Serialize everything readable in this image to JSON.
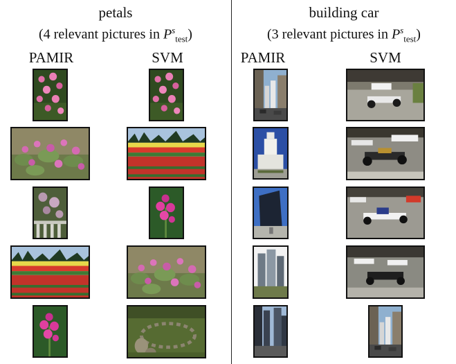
{
  "left_group": {
    "title": "petals",
    "subtitle_prefix": "(4 relevant pictures in ",
    "subtitle_var": "P",
    "subtitle_sup": "s",
    "subtitle_sub": "test",
    "subtitle_suffix": ")",
    "columns": [
      "PAMIR",
      "SVM"
    ]
  },
  "right_group": {
    "title": "building car",
    "subtitle_prefix": "(3 relevant pictures in ",
    "subtitle_var": "P",
    "subtitle_sup": "s",
    "subtitle_sub": "test",
    "subtitle_suffix": ")",
    "columns": [
      "PAMIR",
      "SVM"
    ]
  },
  "images": {
    "petals_pamir": [
      "pink-flowers",
      "pink-cactus-flowers",
      "lilac-balustrade",
      "tulip-field",
      "magenta-orchid"
    ],
    "petals_svm": [
      "pink-flowers",
      "tulip-field",
      "magenta-orchid",
      "pink-cactus-flowers",
      "stone-circle"
    ],
    "building_pamir": [
      "city-street",
      "white-tower",
      "dark-skyscraper",
      "glass-towers",
      "street-towers"
    ],
    "building_svm": [
      "race-car",
      "race-car",
      "race-car",
      "race-car",
      "city-street"
    ]
  }
}
